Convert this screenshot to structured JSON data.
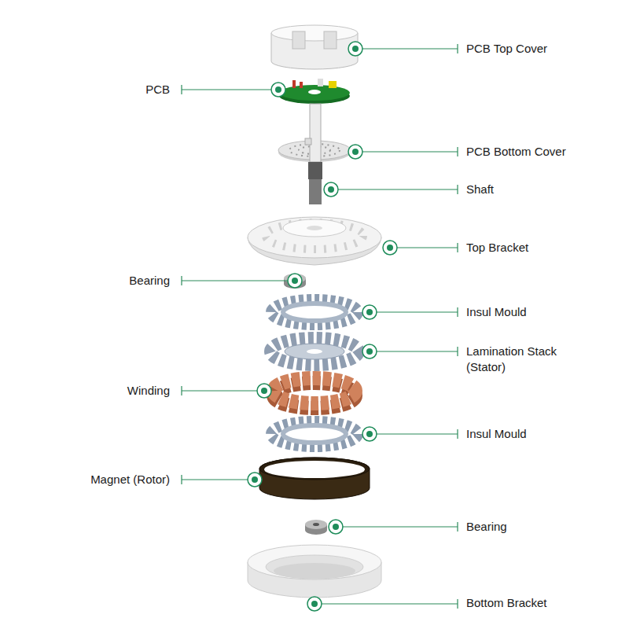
{
  "diagram": {
    "labels": [
      "PCB Top Cover",
      "PCB",
      "PCB Bottom Cover",
      "Shaft",
      "Top Bracket",
      "Bearing",
      "Insul Mould",
      "Lamination Stack (Stator)",
      "Winding",
      "Insul Mould",
      "Magnet (Rotor)",
      "Bearing",
      "Bottom Bracket"
    ]
  }
}
